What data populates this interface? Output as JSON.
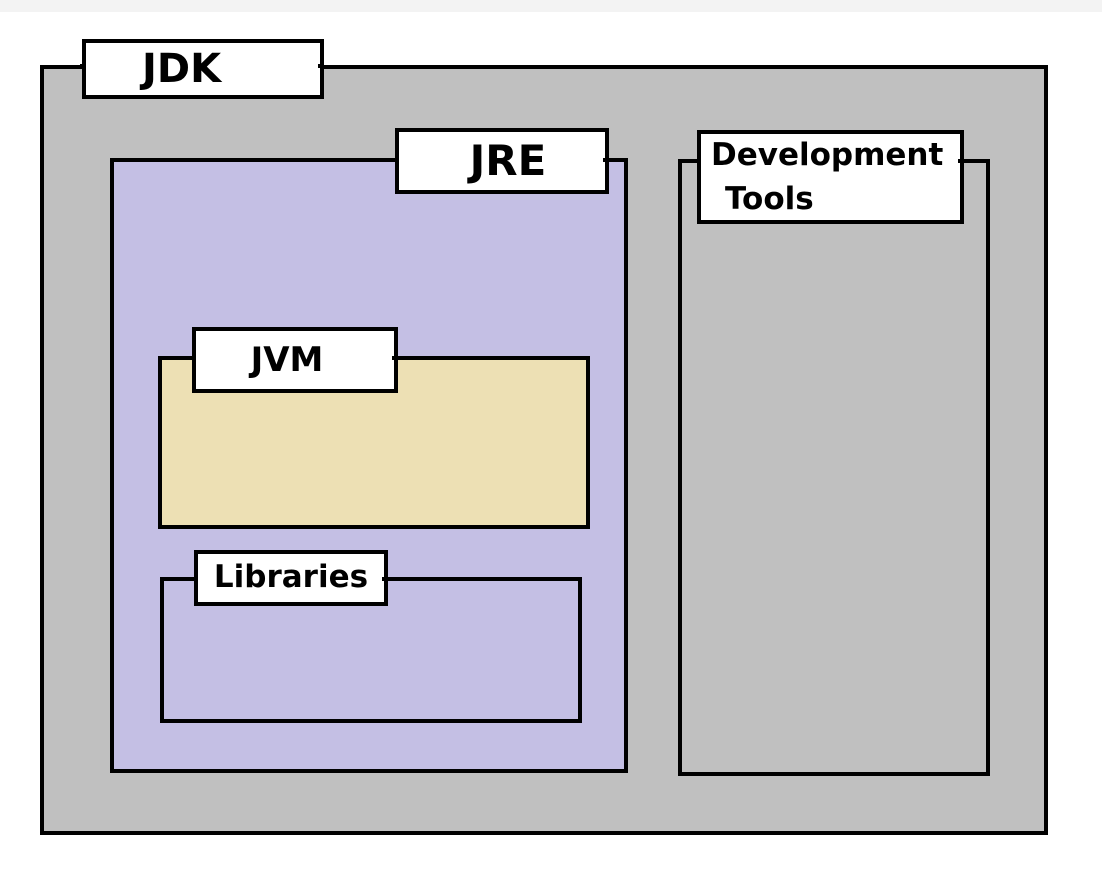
{
  "diagram": {
    "nodes": {
      "jdk": {
        "label": "JDK"
      },
      "jre": {
        "label": "JRE"
      },
      "jvm": {
        "label": "JVM"
      },
      "libraries": {
        "label": "Libraries"
      },
      "development_tools": {
        "label_line1": "Development",
        "label_line2": "Tools"
      }
    },
    "colors": {
      "jdk_fill": "#c0c0c0",
      "jre_fill": "#c4bfe4",
      "jvm_fill": "#ede0b4",
      "libraries_fill": "#c4bfe4",
      "development_tools_fill": "#c0c0c0",
      "label_fill": "#ffffff",
      "stroke": "#000000"
    }
  }
}
